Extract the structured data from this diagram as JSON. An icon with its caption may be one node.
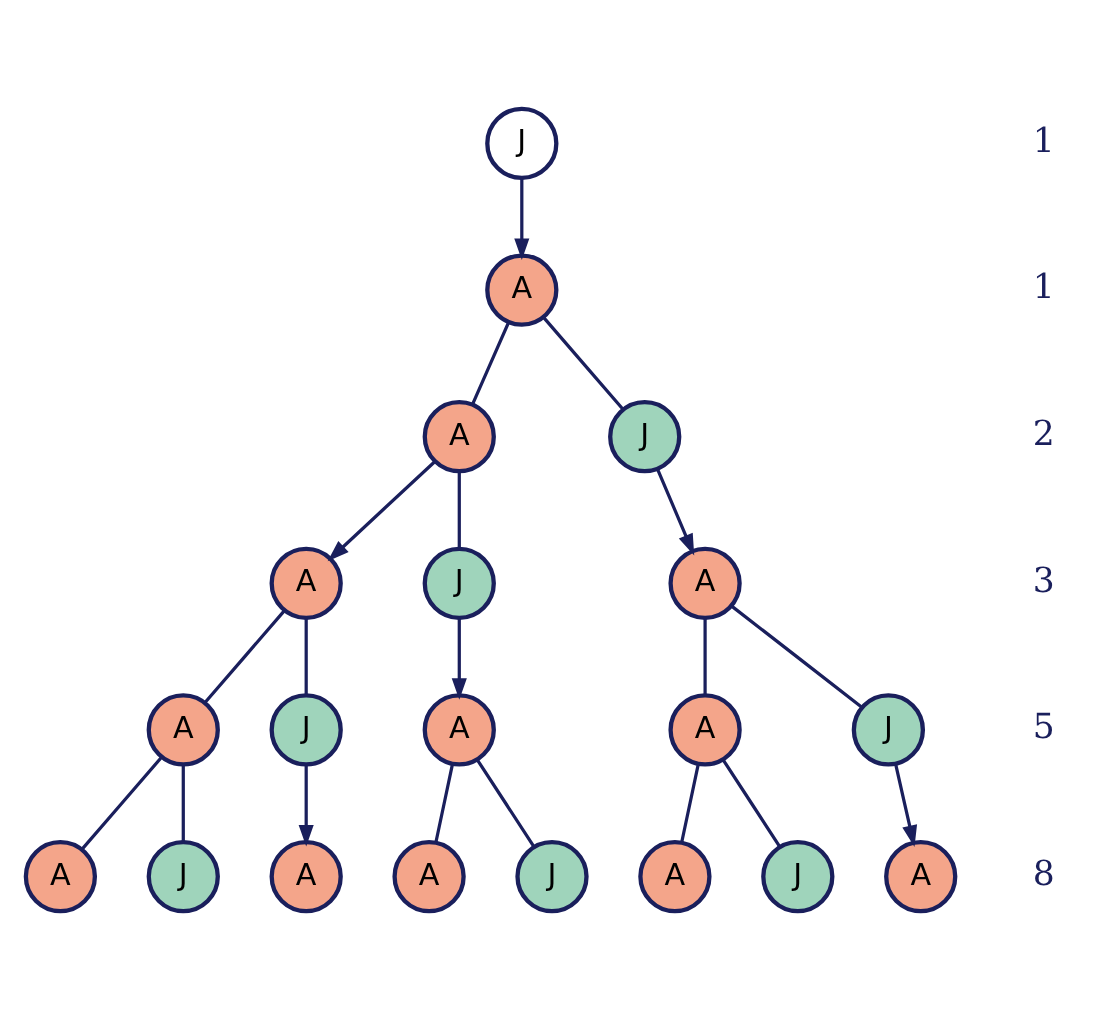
{
  "diagram": {
    "nodes": [
      {
        "text": [
          "J"
        ]
      },
      {
        "text": [
          "A"
        ]
      },
      {
        "text": [
          "A"
        ]
      },
      {
        "text": [
          "J"
        ]
      },
      {
        "text": [
          "A"
        ]
      },
      {
        "text": [
          "J"
        ]
      },
      {
        "text": [
          "A"
        ]
      },
      {
        "text": [
          "A"
        ]
      },
      {
        "text": [
          "J"
        ]
      },
      {
        "text": [
          "A"
        ]
      },
      {
        "text": [
          "A"
        ]
      },
      {
        "text": [
          "J"
        ]
      },
      {
        "text": [
          "A"
        ]
      },
      {
        "text": [
          "J"
        ]
      },
      {
        "text": [
          "A"
        ]
      },
      {
        "text": [
          "A"
        ]
      },
      {
        "text": [
          "J"
        ]
      },
      {
        "text": [
          "A"
        ]
      },
      {
        "text": [
          "J"
        ]
      },
      {
        "text": [
          "A"
        ]
      }
    ],
    "edges": [
      {
        "from": 0,
        "to": 1,
        "arrow": "to"
      },
      {
        "from": 1,
        "to": 2,
        "arrow": "none"
      },
      {
        "from": 1,
        "to": 3,
        "arrow": "none"
      },
      {
        "from": 2,
        "to": 4,
        "arrow": "to"
      },
      {
        "from": 2,
        "to": 5,
        "arrow": "none"
      },
      {
        "from": 3,
        "to": 6,
        "arrow": "to"
      },
      {
        "from": 4,
        "to": 7,
        "arrow": "none"
      },
      {
        "from": 4,
        "to": 8,
        "arrow": "none"
      },
      {
        "from": 5,
        "to": 9,
        "arrow": "to"
      },
      {
        "from": 6,
        "to": 10,
        "arrow": "none"
      },
      {
        "from": 6,
        "to": 11,
        "arrow": "none"
      },
      {
        "from": 7,
        "to": 12,
        "arrow": "none"
      },
      {
        "from": 7,
        "to": 13,
        "arrow": "none"
      },
      {
        "from": 8,
        "to": 14,
        "arrow": "to"
      },
      {
        "from": 9,
        "to": 15,
        "arrow": "none"
      },
      {
        "from": 9,
        "to": 16,
        "arrow": "none"
      },
      {
        "from": 10,
        "to": 17,
        "arrow": "none"
      },
      {
        "from": 10,
        "to": 18,
        "arrow": "none"
      },
      {
        "from": 11,
        "to": 19,
        "arrow": "to"
      }
    ],
    "labels": [
      "1",
      "1",
      "2",
      "3",
      "5",
      "8"
    ]
  }
}
